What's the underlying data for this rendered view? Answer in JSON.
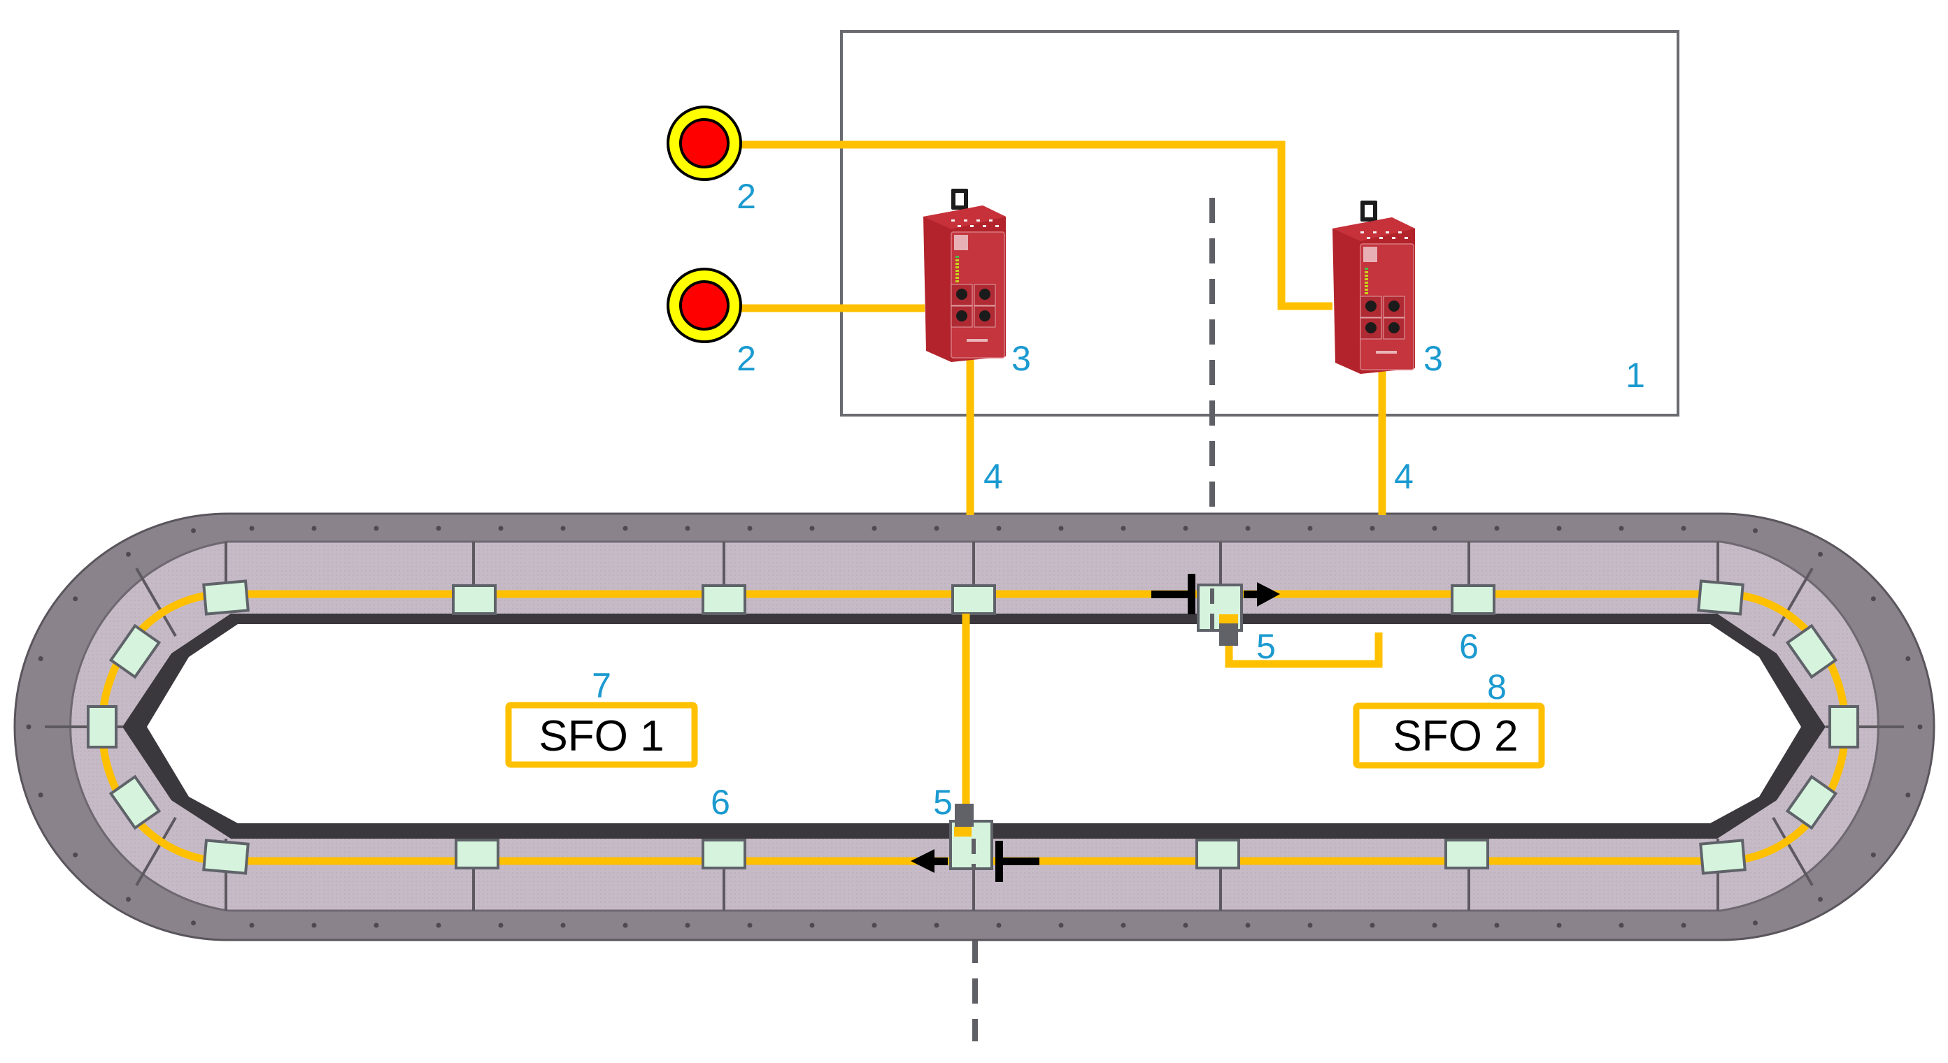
{
  "diagram": {
    "title": "Safety function overview: emergency stops, safety modules, track with two safety function zones",
    "colors": {
      "cable": "#ffc000",
      "callout": "#1a9ad0",
      "enclosure_border": "#6a6b70",
      "boundary_dash": "#5f6066",
      "estop_ring": "#ffff00",
      "estop_button": "#ff0000",
      "relay_body": "#b3232b",
      "marker_fill": "#d6f4dd",
      "marker_border": "#5f6369",
      "track_frame": "#8a838c",
      "track_surface": "#c8bcc9",
      "track_inner_wall": "#3b383d"
    },
    "callouts": {
      "enclosure": "1",
      "estop_top": "2",
      "estop_bottom": "2",
      "module_left": "3",
      "module_right": "3",
      "cable_left": "4",
      "cable_right": "4",
      "shuttle_top": "5",
      "shuttle_bottom": "5",
      "segment_right": "6",
      "segment_left": "6",
      "zone_1": "7",
      "zone_2": "8"
    },
    "zones": [
      {
        "label": "SFO 1",
        "callout": "7"
      },
      {
        "label": "SFO 2",
        "callout": "8"
      }
    ],
    "components": {
      "enclosure": "control-cabinet",
      "estops": [
        "emergency-stop",
        "emergency-stop"
      ],
      "modules": [
        "safety-module",
        "safety-module"
      ],
      "track": "closed-loop-transport-track",
      "movers": 14,
      "shuttles_with_direction": [
        {
          "position": "top",
          "direction": "right"
        },
        {
          "position": "bottom",
          "direction": "left"
        }
      ]
    }
  }
}
